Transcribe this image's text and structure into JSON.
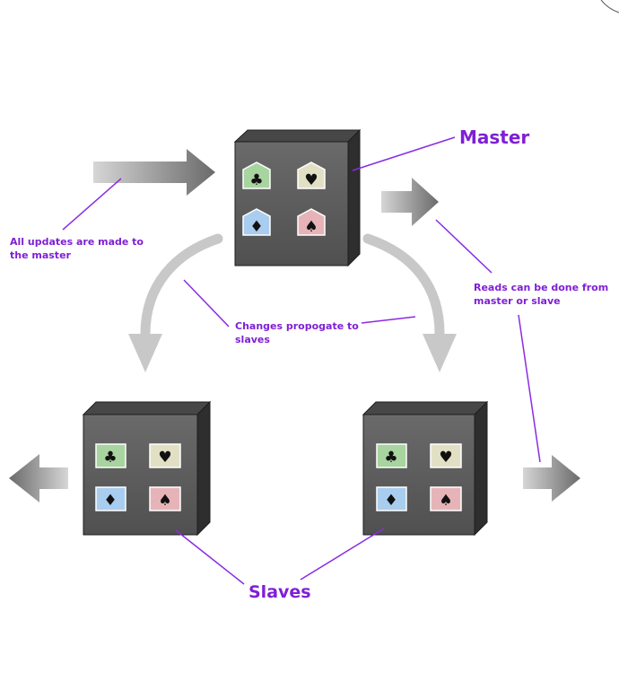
{
  "labels": {
    "master": "Master",
    "slaves": "Slaves",
    "updates_line1": "All updates are made to",
    "updates_line2": "the master",
    "changes_line1": "Changes propogate to",
    "changes_line2": "slaves",
    "reads_line1": "Reads can be done from",
    "reads_line2": "master or slave"
  },
  "card_suits": {
    "club": "♣",
    "heart": "♥",
    "diamond": "♦",
    "spade": "♠"
  },
  "colors": {
    "annotation": "#7f1fd6",
    "box_front": "#5b5b5b",
    "box_top": "#444444",
    "box_side": "#2f2f2f",
    "arrow": "#c8c8c8",
    "tile_club": "#a8d4a0",
    "tile_heart": "#e2e0c4",
    "tile_diamond": "#a9cdee",
    "tile_spade": "#e6b4b8"
  }
}
